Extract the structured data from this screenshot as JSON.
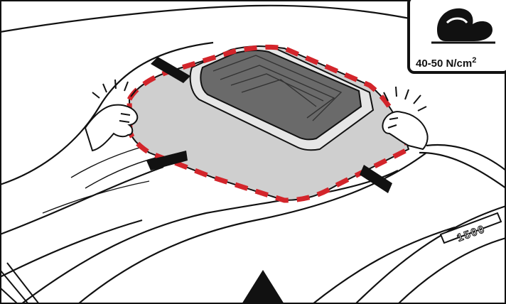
{
  "pressure": {
    "value_label": "40-50 N/cm",
    "unit_exponent": "2"
  },
  "badge": {
    "text": "1500"
  },
  "colors": {
    "line": "#111111",
    "panel_fill": "#cfcfcf",
    "scoop_fill": "#6a6a6a",
    "tape": "#d3252b"
  }
}
